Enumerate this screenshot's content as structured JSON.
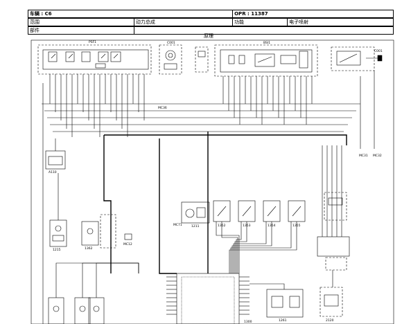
{
  "header": {
    "vehicle": "车辆 : C6",
    "opr": "OPR : 11387",
    "scope_label": "范围",
    "scope_value": "动力总成",
    "function_label": "功能",
    "function_value": "电子喷射",
    "part_label": "部件"
  },
  "diagram": {
    "title": "原理",
    "components": {
      "psf1": "PSF1",
      "c001": "C001",
      "bsi1": "BSI1",
      "c001b": "C001",
      "a110": "A110",
      "1215": "1215",
      "1362": "1362",
      "mc12": "MC12",
      "1211": "1211",
      "mc71": "MC71",
      "1352": "1352",
      "1353": "1353",
      "1354": "1354",
      "1355": "1355",
      "mc31": "MC31",
      "mc32": "MC32",
      "mc36": "MC36",
      "1261": "1261",
      "2120": "2120",
      "1300": "1300"
    }
  }
}
